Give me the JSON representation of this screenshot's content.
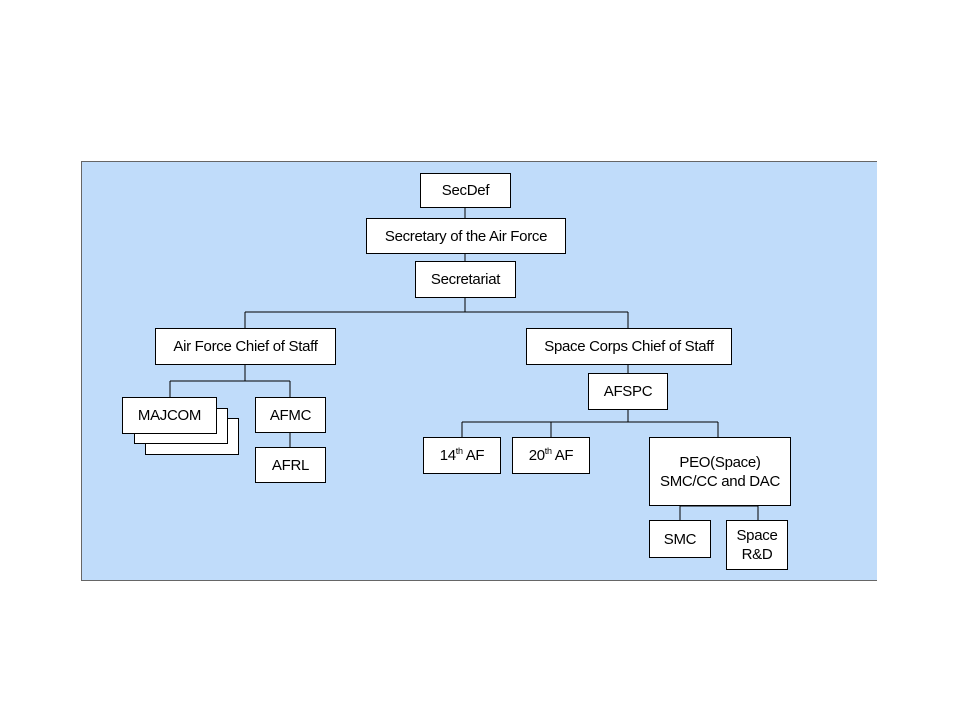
{
  "org_chart": {
    "secdef": "SecDef",
    "secaf": "Secretary of the Air Force",
    "secretariat": "Secretariat",
    "af_chief": "Air Force Chief of Staff",
    "space_chief": "Space Corps Chief of Staff",
    "majcom": "MAJCOM",
    "afmc": "AFMC",
    "afrl": "AFRL",
    "afspc": "AFSPC",
    "af14": {
      "num": "14",
      "sup": "th",
      "rest": " AF"
    },
    "af20": {
      "num": "20",
      "sup": "th",
      "rest": " AF"
    },
    "peo_line1": "PEO(Space)",
    "peo_line2": "SMC/CC and DAC",
    "smc": "SMC",
    "space_rd_line1": "Space",
    "space_rd_line2": "R&D"
  }
}
